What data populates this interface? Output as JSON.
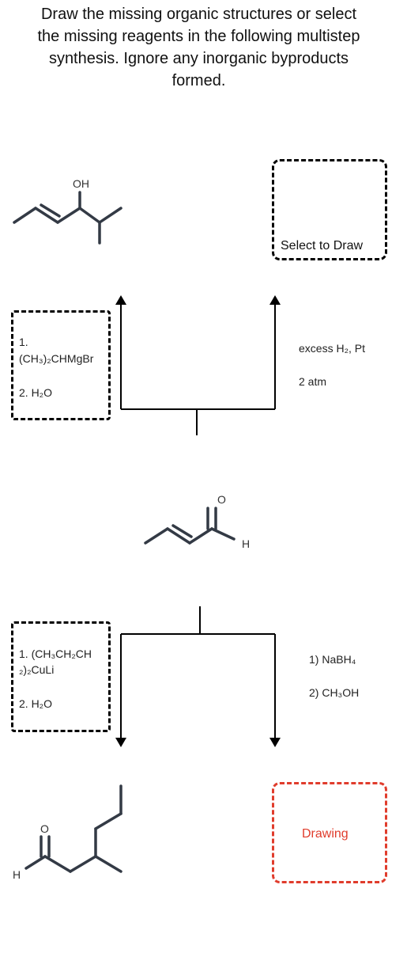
{
  "instructions": {
    "lines": [
      "Draw the missing organic structures or select",
      "the missing reagents in the following multistep",
      "synthesis. Ignore any inorganic byproducts",
      "formed."
    ]
  },
  "top_left_molecule": {
    "atom_label_oh": "OH"
  },
  "top_right_box": {
    "label": "Select to Draw"
  },
  "reagent_box_top": {
    "lines": [
      "1.",
      "(CH₃)₂CHMgBr",
      "2. H₂O"
    ]
  },
  "reagents_top_right": {
    "line1": "excess H₂, Pt",
    "line2": "2 atm"
  },
  "middle_molecule": {
    "atom_label_o": "O",
    "atom_label_h": "H"
  },
  "reagent_box_bottom": {
    "lines": [
      "1. (CH₃CH₂CH",
      "₂)₂CuLi",
      "2. H₂O"
    ]
  },
  "reagents_bottom_right": {
    "line1": "1) NaBH₄",
    "line2": "2) CH₃OH"
  },
  "bottom_left_molecule": {
    "atom_label_o": "O",
    "atom_label_h": "H"
  },
  "bottom_right_box": {
    "label": "Drawing"
  },
  "colors": {
    "bond": "#333a45",
    "accent_active": "#e03c2c"
  }
}
